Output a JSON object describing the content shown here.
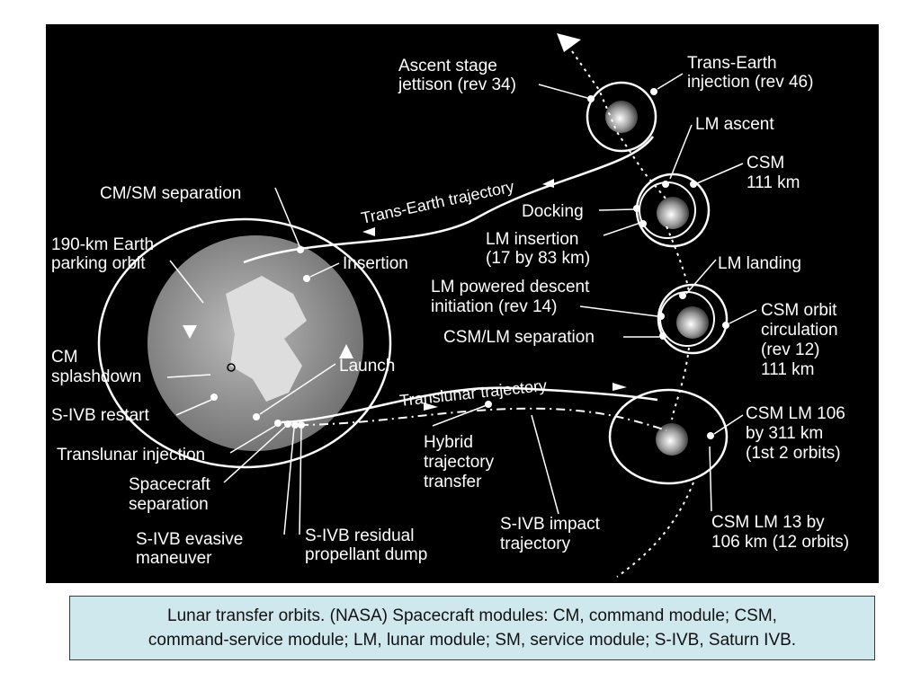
{
  "labels": {
    "ascent_stage": [
      "Ascent stage",
      "jettison (rev 34)"
    ],
    "trans_earth_injection": [
      "Trans-Earth",
      "injection (rev 46)"
    ],
    "lm_ascent": "LM ascent",
    "csm_111_top": [
      "CSM",
      "111 km"
    ],
    "cm_sm_separation": "CM/SM separation",
    "trans_earth_trajectory": "Trans-Earth trajectory",
    "docking": "Docking",
    "lm_insertion": [
      "LM insertion",
      "(17 by 83 km)"
    ],
    "parking_orbit": [
      "190-km Earth",
      "parking orbit"
    ],
    "insertion": "Insertion",
    "lm_landing": "LM landing",
    "lm_powered_descent": [
      "LM powered descent",
      "initiation (rev 14)"
    ],
    "csm_orbit_circulation": [
      "CSM orbit",
      "circulation",
      "(rev 12)",
      "111 km"
    ],
    "csm_lm_separation": "CSM/LM separation",
    "cm_splashdown": [
      "CM",
      "splashdown"
    ],
    "launch": "Launch",
    "translunar_trajectory": "Translunar trajectory",
    "s_ivb_restart": "S-IVB restart",
    "csm_lm_106": [
      "CSM LM 106",
      "by 311 km",
      "(1st 2 orbits)"
    ],
    "translunar_injection": "Translunar injection",
    "hybrid_transfer": [
      "Hybrid",
      "trajectory",
      "transfer"
    ],
    "spacecraft_separation": [
      "Spacecraft",
      "separation"
    ],
    "s_ivb_impact": [
      "S-IVB impact",
      "trajectory"
    ],
    "csm_lm_13": [
      "CSM LM 13 by",
      "106 km (12 orbits)"
    ],
    "s_ivb_evasive": [
      "S-IVB evasive",
      "maneuver"
    ],
    "s_ivb_residual": [
      "S-IVB residual",
      "propellant dump"
    ]
  },
  "caption": [
    "Lunar transfer orbits. (NASA) Spacecraft modules: CM, command module; CSM,",
    "command-service module; LM, lunar module; SM, service module; S-IVB, Saturn IVB."
  ],
  "colors": {
    "background": "#000000",
    "lines": "#ffffff",
    "caption_bg": "#cfe8ee"
  }
}
